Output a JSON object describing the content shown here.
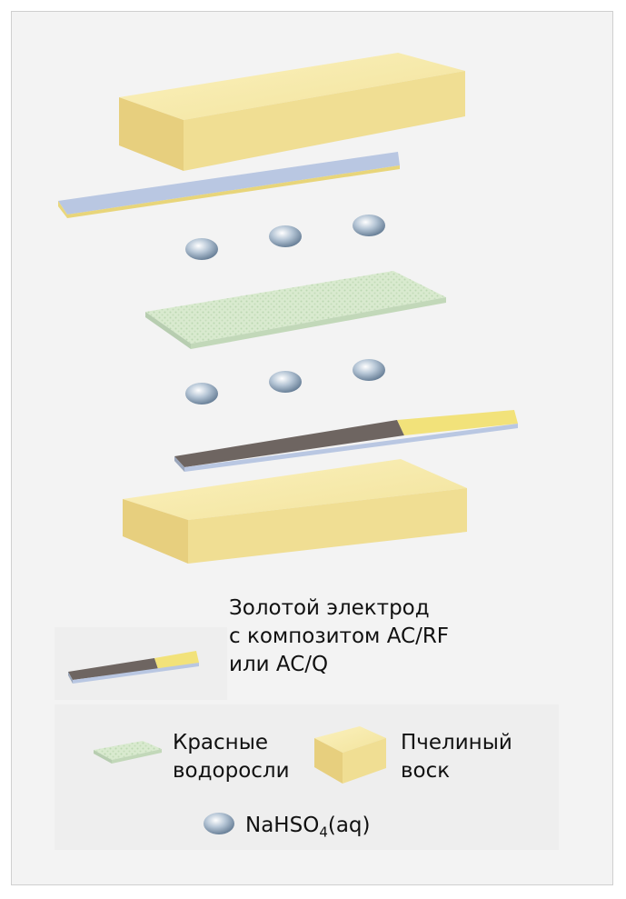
{
  "legend": {
    "electrode": {
      "line1": "Золотой электрод",
      "line2": "с композитом AC/RF",
      "line3": "или AC/Q"
    },
    "algae": {
      "line1": "Красные",
      "line2": "водоросли"
    },
    "wax": {
      "line1": "Пчелиный",
      "line2": "воск"
    },
    "drop": {
      "main": "NaHSO",
      "sub": "4",
      "suffix": "(aq)"
    }
  },
  "colors": {
    "wax_top": "#f7eaa8",
    "wax_front": "#efd98a",
    "wax_side": "#d6bf6b",
    "electrode_blue": "#b9c7e2",
    "electrode_gold": "#f2e27a",
    "electrode_dark": "#6e6561",
    "algae": "#d6e8cf",
    "drop": "#9fb3c8"
  }
}
